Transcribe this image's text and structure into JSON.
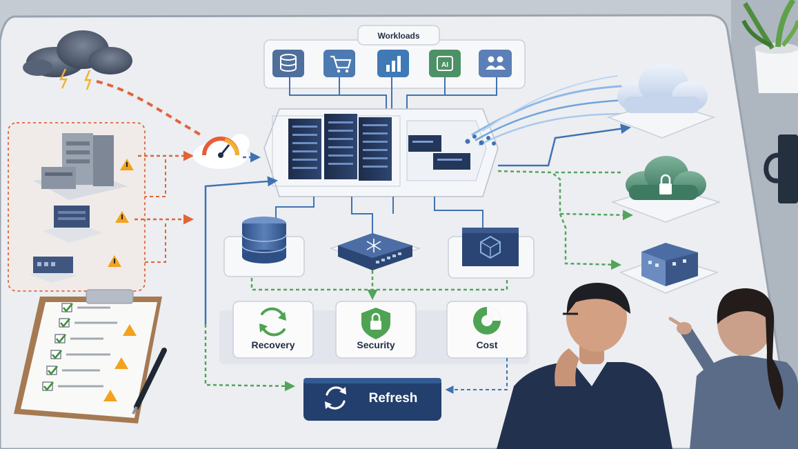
{
  "workloads": {
    "title": "Workloads",
    "icons": [
      {
        "name": "database-icon",
        "color": "#4f6f9c"
      },
      {
        "name": "shopping-cart-icon",
        "color": "#4d7ab0"
      },
      {
        "name": "bar-chart-icon",
        "color": "#3f79b6"
      },
      {
        "name": "ai-chip-icon",
        "color": "#4d9166"
      },
      {
        "name": "users-icon",
        "color": "#5b7fb6"
      }
    ]
  },
  "services": {
    "recovery": {
      "label": "Recovery",
      "icon": "recycle-arrows-icon",
      "color": "#4ea452"
    },
    "security": {
      "label": "Security",
      "icon": "shield-lock-icon",
      "color": "#4ea452"
    },
    "cost": {
      "label": "Cost",
      "icon": "pie-chart-icon",
      "color": "#4ea452"
    }
  },
  "refresh": {
    "label": "Refresh",
    "icon": "refresh-icon",
    "color": "#233f6e"
  },
  "colors": {
    "board": "#eef0f2",
    "flow_blue": "#3f72b2",
    "flow_green": "#52a45b",
    "flow_orange": "#e0643a",
    "warning": "#f2a21c"
  }
}
